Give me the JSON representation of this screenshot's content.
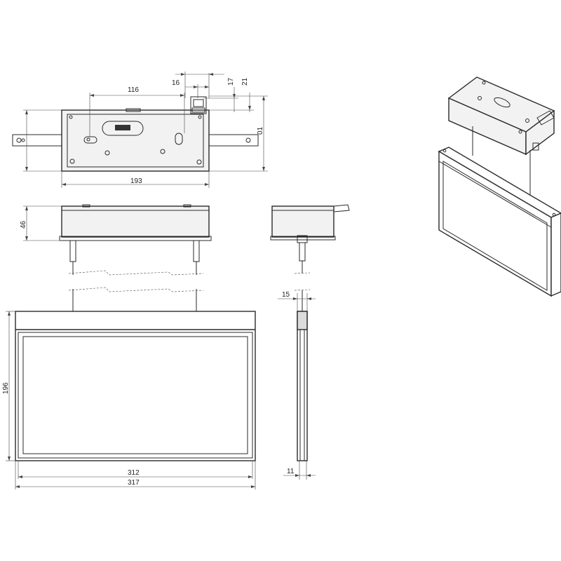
{
  "dimensions": {
    "top_116": "116",
    "top_16": "16",
    "top_17": "17",
    "top_21": "21",
    "top_01": "01",
    "top_193": "193",
    "side_46": "46",
    "side_15": "15",
    "front_196": "196",
    "front_312": "312",
    "front_317": "317",
    "side_11": "11"
  },
  "colors": {
    "line": "#2a2a2a",
    "housing_fill": "#f2f2f2",
    "background": "#ffffff"
  }
}
